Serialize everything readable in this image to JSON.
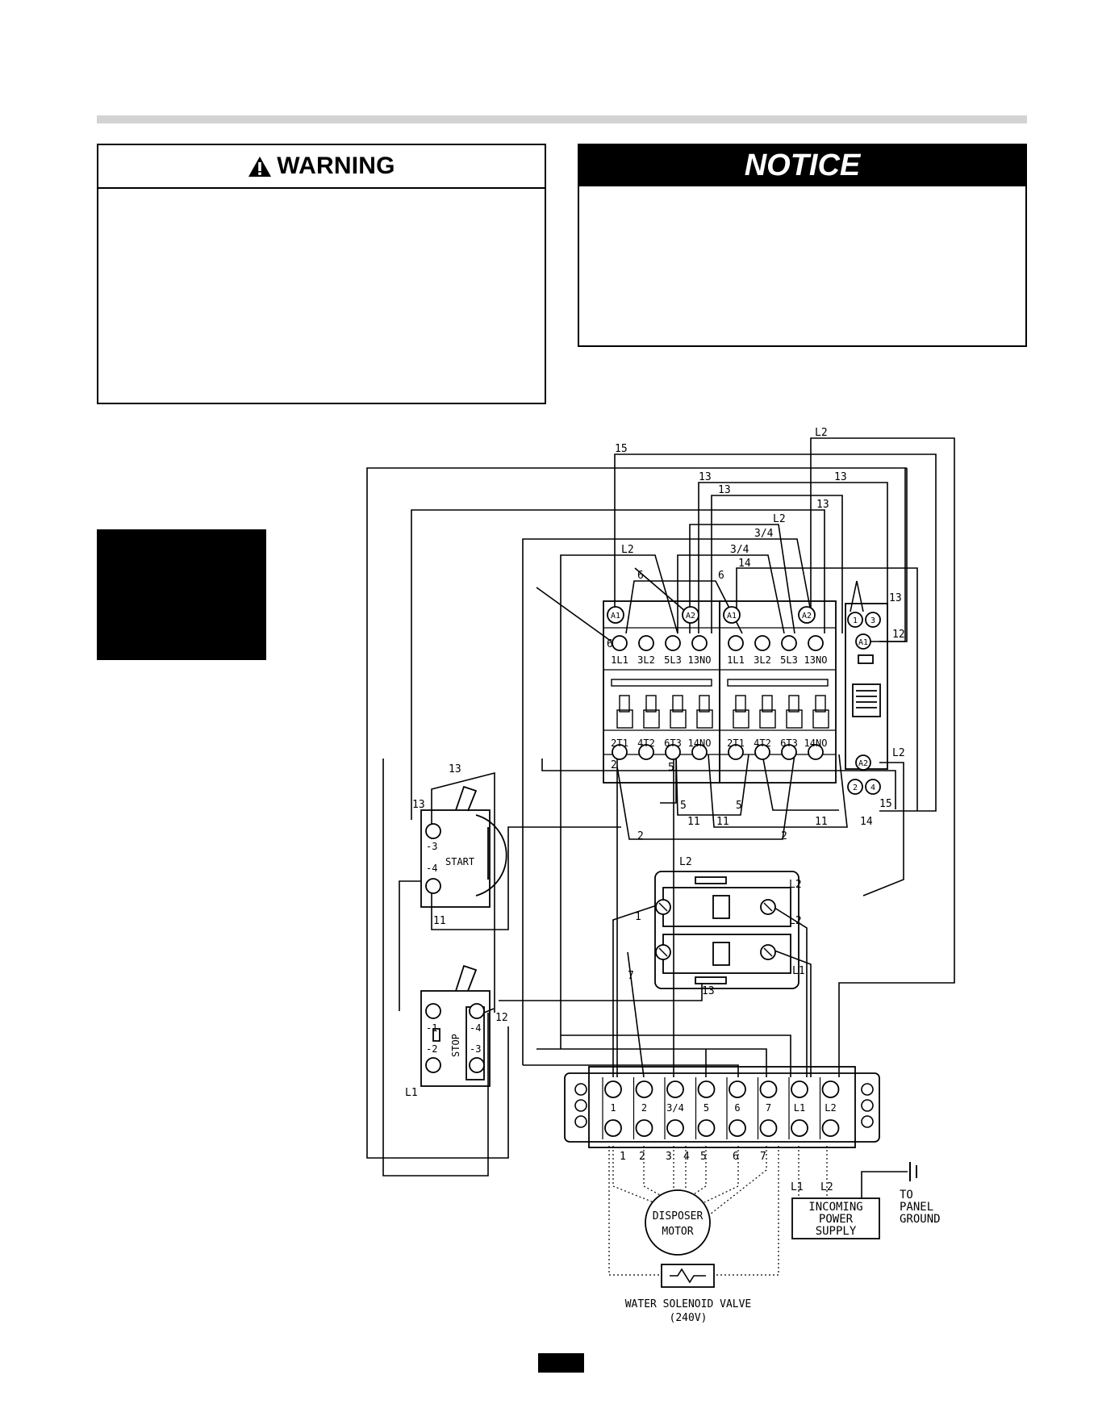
{
  "warning": {
    "title": "WARNING",
    "icon": "warning-triangle-icon"
  },
  "notice": {
    "title": "NOTICE"
  },
  "diagram": {
    "contactor_terminals_top": [
      "1L1",
      "3L2",
      "5L3",
      "13NO"
    ],
    "contactor_terminals_bottom": [
      "2T1",
      "4T2",
      "6T3",
      "14NO"
    ],
    "coil_terminals": [
      "A1",
      "A2"
    ],
    "relay_terminals": [
      "1",
      "3",
      "A1",
      "A2",
      "2",
      "4"
    ],
    "start_button": {
      "label": "START",
      "terminals": [
        "-3",
        "-4"
      ]
    },
    "stop_button": {
      "label": "STOP",
      "left_terminals": [
        "-1",
        "-2"
      ],
      "right_terminals": [
        "-4",
        "-3"
      ]
    },
    "terminal_strip": [
      "1",
      "2",
      "3/4",
      "5",
      "6",
      "7",
      "L1",
      "L2"
    ],
    "motor_wires": [
      "1",
      "2",
      "3",
      "4",
      "5",
      "6",
      "7"
    ],
    "motor": [
      "DISPOSER",
      "MOTOR"
    ],
    "valve": [
      "WATER SOLENOID VALVE",
      "(240V)"
    ],
    "power_supply": [
      "INCOMING",
      "POWER",
      "SUPPLY"
    ],
    "power_labels": [
      "L1",
      "L2"
    ],
    "ground": [
      "TO",
      "PANEL",
      "GROUND"
    ],
    "wire_labels": {
      "w15": "15",
      "w13": "13",
      "wL2": "L2",
      "w34": "3/4",
      "w14": "14",
      "w6": "6",
      "w12": "12",
      "w2": "2",
      "w5": "5",
      "w11": "11",
      "w1": "1",
      "w7": "7",
      "wL1": "L1"
    }
  }
}
